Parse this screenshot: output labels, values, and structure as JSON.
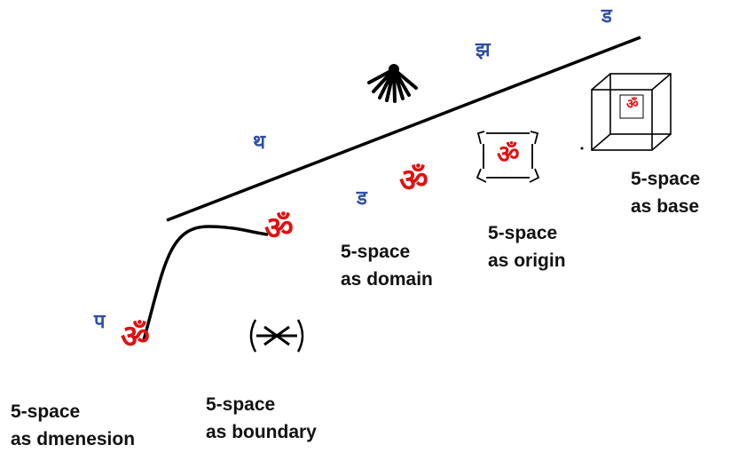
{
  "letters": {
    "tha": "थ",
    "jha": "झ",
    "da_top": "ड",
    "da_mid": "ड",
    "pa": "प"
  },
  "symbol": "ॐ",
  "labels": {
    "dimension": [
      "5-space",
      "as dmenesion"
    ],
    "boundary": [
      "5-space",
      "as boundary"
    ],
    "domain": [
      "5-space",
      "as domain"
    ],
    "origin": [
      "5-space",
      "as origin"
    ],
    "base": [
      "5-space",
      "as base"
    ]
  },
  "colors": {
    "letter": "#2e4fa0",
    "symbol": "#e01010",
    "line": "#000000",
    "text": "#111111"
  }
}
